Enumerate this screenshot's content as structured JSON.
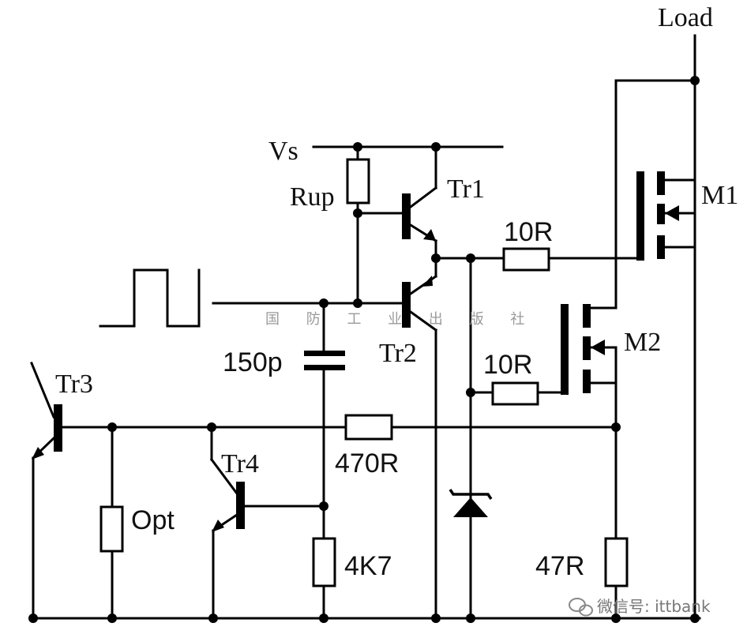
{
  "labels": {
    "load": "Load",
    "vs": "Vs",
    "rup": "Rup",
    "tr1": "Tr1",
    "tr2": "Tr2",
    "tr3": "Tr3",
    "tr4": "Tr4",
    "m1": "M1",
    "m2": "M2",
    "r_gate_m1": "10R",
    "r_gate_m2": "10R",
    "c_150p": "150p",
    "r_470": "470R",
    "r_opt": "Opt",
    "r_4k7": "4K7",
    "r_47": "47R"
  },
  "watermark": {
    "publisher": "国 防 工 业 出 版 社",
    "wechat": "微信号: ittbank"
  }
}
